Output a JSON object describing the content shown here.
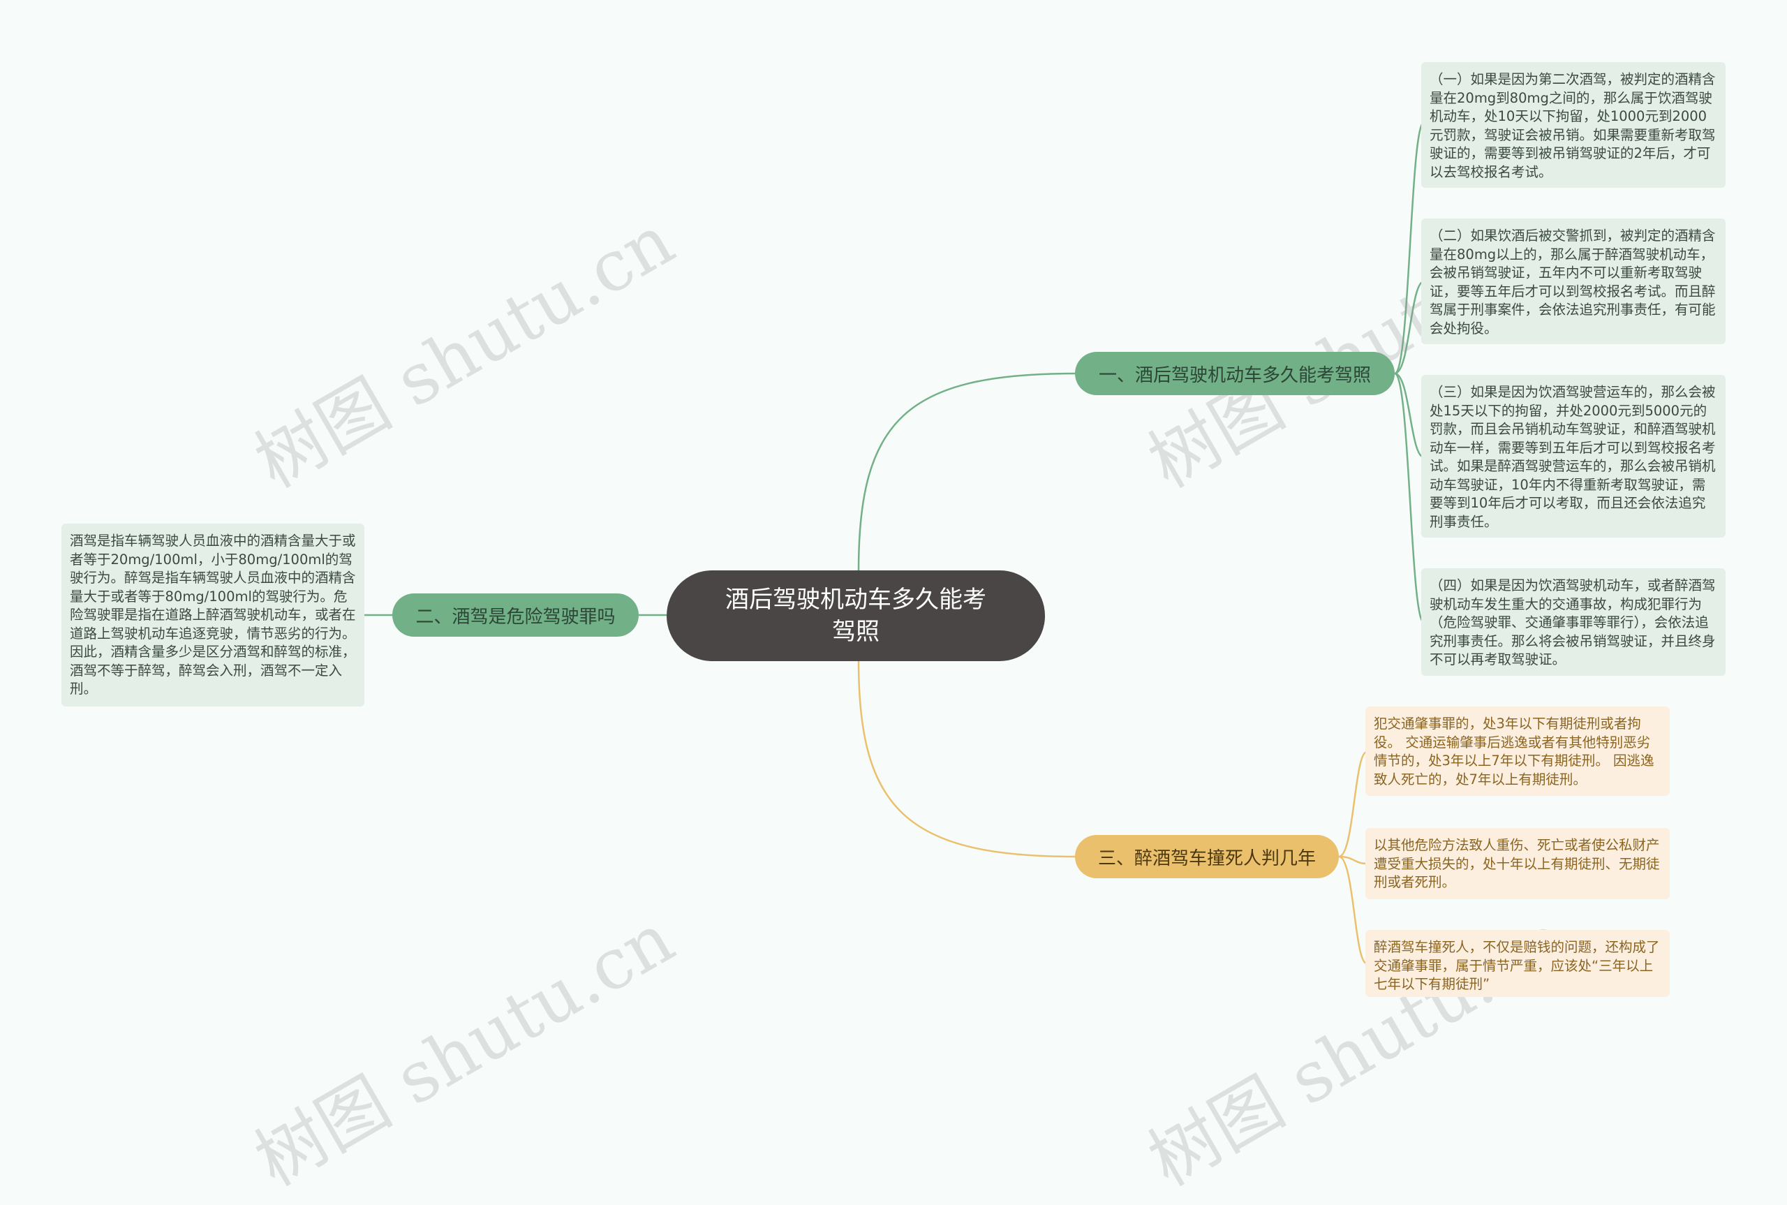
{
  "root": {
    "title": "酒后驾驶机动车多久能考驾照"
  },
  "branches": {
    "b1": {
      "label": "一、酒后驾驶机动车多久能考驾照",
      "items": [
        "（一）如果是因为第二次酒驾，被判定的酒精含量在20mg到80mg之间的，那么属于饮酒驾驶机动车，处10天以下拘留，处1000元到2000元罚款，驾驶证会被吊销。如果需要重新考取驾驶证的，需要等到被吊销驾驶证的2年后，才可以去驾校报名考试。",
        "（二）如果饮酒后被交警抓到，被判定的酒精含量在80mg以上的，那么属于醉酒驾驶机动车，会被吊销驾驶证，五年内不可以重新考取驾驶证，要等五年后才可以到驾校报名考试。而且醉驾属于刑事案件，会依法追究刑事责任，有可能会处拘役。",
        "（三）如果是因为饮酒驾驶营运车的，那么会被处15天以下的拘留，并处2000元到5000元的罚款，而且会吊销机动车驾驶证，和醉酒驾驶机动车一样，需要等到五年后才可以到驾校报名考试。如果是醉酒驾驶营运车的，那么会被吊销机动车驾驶证，10年内不得重新考取驾驶证，需要等到10年后才可以考取，而且还会依法追究刑事责任。",
        "（四）如果是因为饮酒驾驶机动车，或者醉酒驾驶机动车发生重大的交通事故，构成犯罪行为（危险驾驶罪、交通肇事罪等罪行），会依法追究刑事责任。那么将会被吊销驾驶证，并且终身不可以再考取驾驶证。"
      ]
    },
    "b2": {
      "label": "二、酒驾是危险驾驶罪吗",
      "items": [
        "酒驾是指车辆驾驶人员血液中的酒精含量大于或者等于20mg/100ml，小于80mg/100ml的驾驶行为。醉驾是指车辆驾驶人员血液中的酒精含量大于或者等于80mg/100ml的驾驶行为。危险驾驶罪是指在道路上醉酒驾驶机动车，或者在道路上驾驶机动车追逐竞驶，情节恶劣的行为。因此，酒精含量多少是区分酒驾和醉驾的标准，酒驾不等于醉驾，醉驾会入刑，酒驾不一定入刑。"
      ]
    },
    "b3": {
      "label": "三、醉酒驾车撞死人判几年",
      "items": [
        "犯交通肇事罪的，处3年以下有期徒刑或者拘役。 交通运输肇事后逃逸或者有其他特别恶劣情节的，处3年以上7年以下有期徒刑。 因逃逸致人死亡的，处7年以上有期徒刑。",
        "以其他危险方法致人重伤、死亡或者使公私财产遭受重大损失的，处十年以上有期徒刑、无期徒刑或者死刑。",
        "醉酒驾车撞死人，不仅是赔钱的问题，还构成了交通肇事罪，属于情节严重，应该处“三年以上七年以下有期徒刑”"
      ]
    }
  },
  "watermark": {
    "text": "树图 shutu.cn"
  },
  "colors": {
    "root": "#4a4645",
    "green": "#72b087",
    "orange": "#ebc06c",
    "background": "#f7fcfb"
  }
}
